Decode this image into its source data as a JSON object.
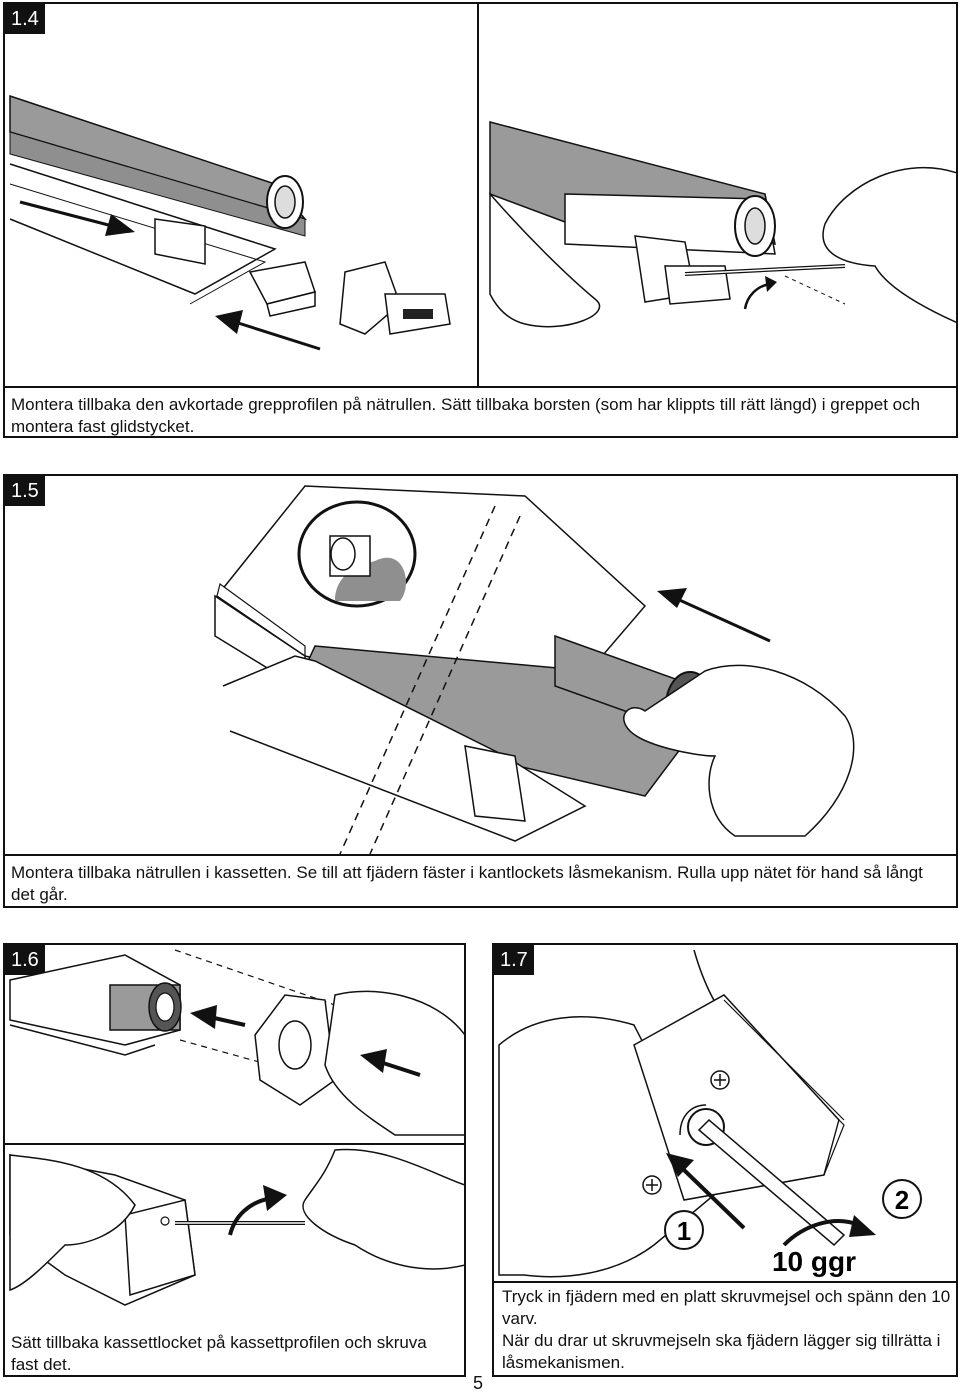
{
  "section_1_4": {
    "label": "1.4",
    "caption": "Montera tillbaka den avkortade grepprofilen på nätrullen. Sätt tillbaka borsten (som har klippts till rätt längd) i greppet och montera fast glidstycket."
  },
  "section_1_5": {
    "label": "1.5",
    "caption": "Montera tillbaka nätrullen i kassetten. Se till att fjädern fäster i kantlockets låsmekanism. Rulla upp nätet för hand så långt det går."
  },
  "section_1_6": {
    "label": "1.6",
    "caption": "Sätt tillbaka kassettlocket på kassettprofilen och skruva fast det."
  },
  "section_1_7": {
    "label": "1.7",
    "step1": "1",
    "step2": "2",
    "turns": "10 ggr",
    "caption": "Tryck in fjädern med en platt skruvmejsel och spänn den 10 varv.\nNär du drar ut skruvmejseln ska fjädern lägger sig tillrätta i låsmekanismen."
  },
  "page_number": "5",
  "colors": {
    "roll_gray": "#9a9a9a",
    "line": "#111111"
  }
}
